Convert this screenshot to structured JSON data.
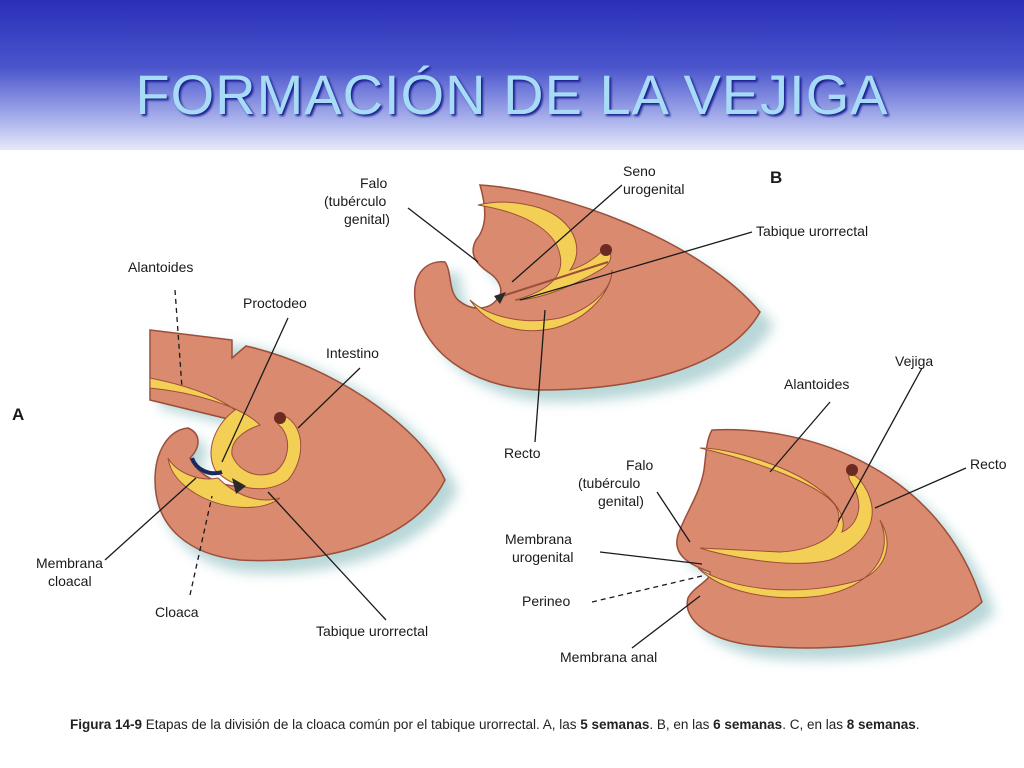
{
  "slide": {
    "title": "FORMACIÓN DE LA VEJIGA"
  },
  "panels": {
    "a": "A",
    "b": "B"
  },
  "labels": {
    "a": {
      "alantoides": "Alantoides",
      "proctodeo": "Proctodeo",
      "intestino": "Intestino",
      "membrana_cloacal": [
        "Membrana",
        "cloacal"
      ],
      "cloaca": "Cloaca",
      "tabique": "Tabique urorrectal"
    },
    "b": {
      "falo": [
        "Falo",
        "(tubérculo",
        "genital)"
      ],
      "seno": [
        "Seno",
        "urogenital"
      ],
      "tabique": "Tabique urorrectal",
      "recto": "Recto"
    },
    "c": {
      "alantoides": "Alantoides",
      "vejiga": "Vejiga",
      "recto": "Recto",
      "falo": [
        "Falo",
        "(tubérculo",
        "genital)"
      ],
      "membrana_urogenital": [
        "Membrana",
        "urogenital"
      ],
      "perineo": "Perineo",
      "membrana_anal": "Membrana anal"
    }
  },
  "caption": {
    "figure": "Figura 14-9",
    "text1": " Etapas de la división de la cloaca común por el tabique urorrectal. A, las ",
    "w5": "5 semanas",
    "text2": ". B, en las ",
    "w6": "6 semanas",
    "text3": ". C, en las ",
    "w8": "8 semanas",
    "text4": "."
  },
  "colors": {
    "tissue": "#d98a6f",
    "tissue_edge": "#9c4e3a",
    "endoderm": "#f3cf55",
    "shadow": "#7fb6b8"
  }
}
